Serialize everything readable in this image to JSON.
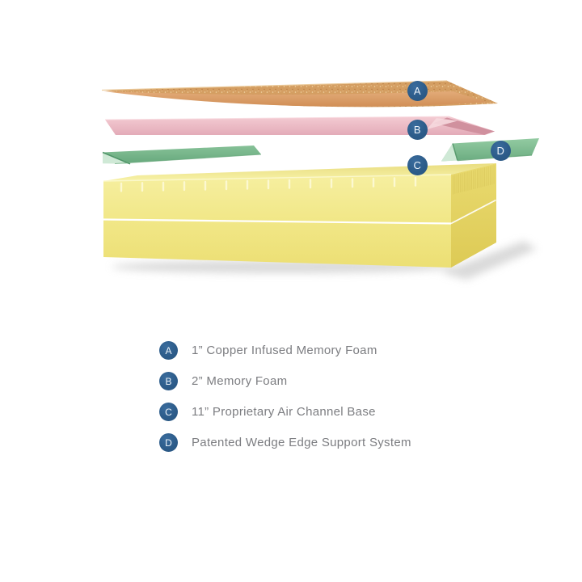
{
  "diagram": {
    "badges": [
      "A",
      "B",
      "C",
      "D"
    ],
    "colors": {
      "badge_blue": "#2d5c8a",
      "copper_foam": "#d49e62",
      "memory_foam_pink": "#ecb9c3",
      "wedge_green": "#7fbe92",
      "base_yellow": "#f2e88d"
    }
  },
  "legend": {
    "items": [
      {
        "key": "A",
        "label": "1” Copper Infused Memory Foam"
      },
      {
        "key": "B",
        "label": "2” Memory Foam"
      },
      {
        "key": "C",
        "label": "11” Proprietary Air Channel Base"
      },
      {
        "key": "D",
        "label": "Patented Wedge Edge Support System"
      }
    ]
  }
}
